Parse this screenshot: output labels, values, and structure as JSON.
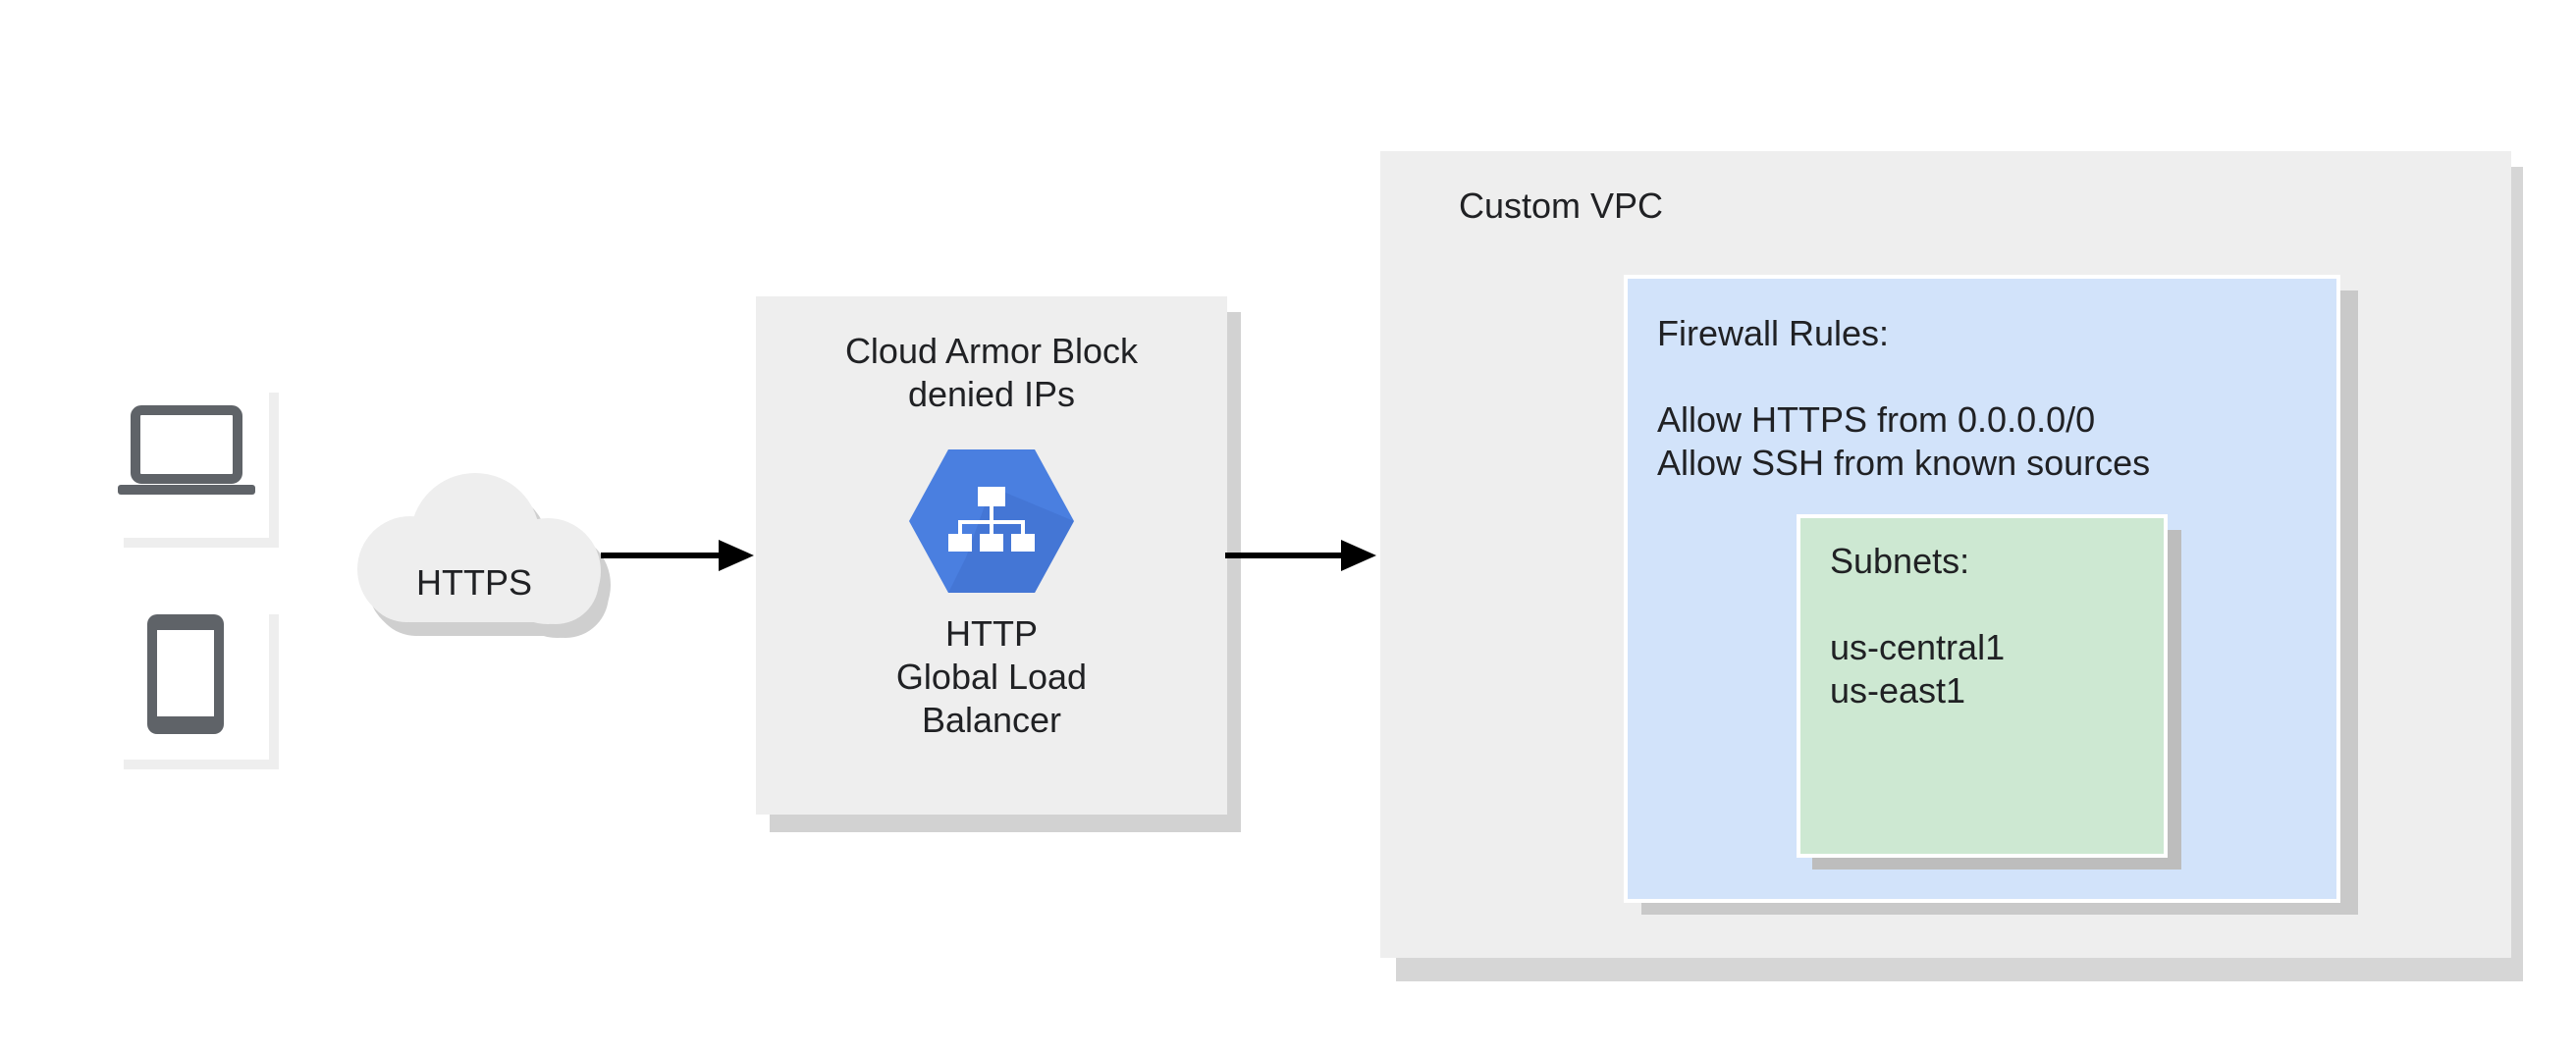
{
  "cloud": {
    "label": "HTTPS"
  },
  "cloud_armor": {
    "title_line1": "Cloud Armor Block",
    "title_line2": "denied IPs",
    "lb_line1": "HTTP",
    "lb_line2": "Global Load",
    "lb_line3": "Balancer",
    "icon": "load-balancer-icon",
    "icon_color": "#4a7fe0"
  },
  "vpc": {
    "title": "Custom VPC",
    "firewall": {
      "title": "Firewall Rules:",
      "rule1": "Allow HTTPS from 0.0.0.0/0",
      "rule2": "Allow SSH from known sources"
    },
    "subnets": {
      "title": "Subnets:",
      "item1": "us-central1",
      "item2": "us-east1"
    }
  },
  "devices": [
    "laptop-icon",
    "tablet-icon"
  ],
  "colors": {
    "panel_gray": "#eeeeee",
    "firewall_blue": "#d2e3fa",
    "subnet_green": "#cde8d2",
    "device_gray": "#5f6368"
  }
}
